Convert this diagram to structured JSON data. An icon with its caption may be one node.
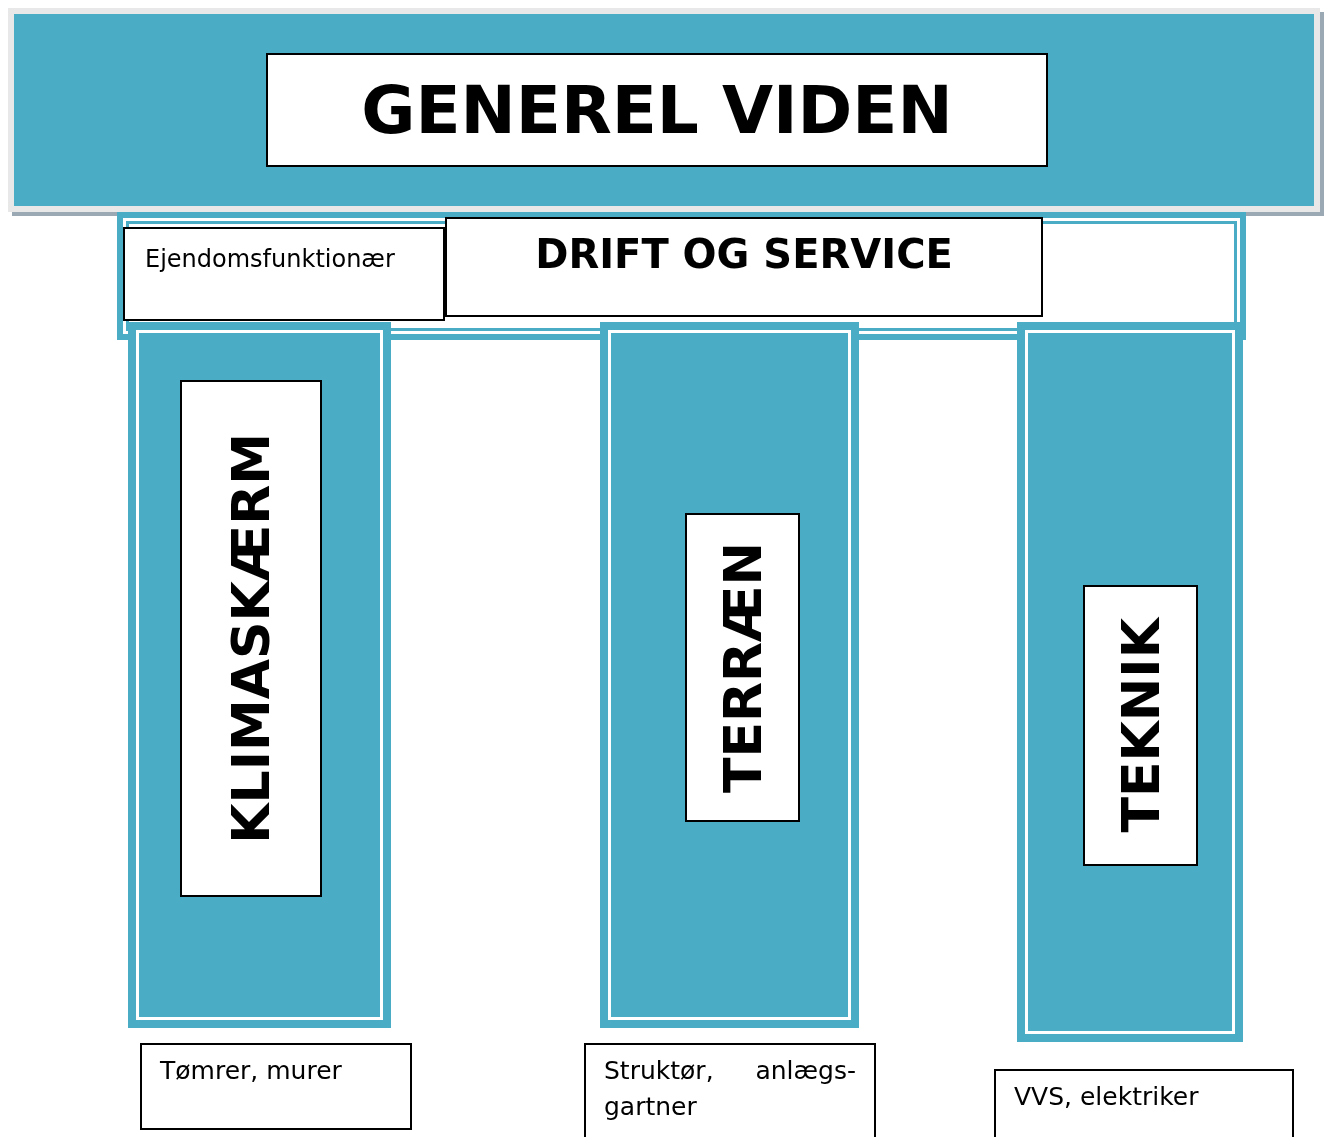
{
  "diagram": {
    "nodes": [
      {
        "text": [],
        "shape": "box"
      },
      {
        "text": [
          "GENEREL VIDEN"
        ],
        "in": 0
      },
      {
        "text": [],
        "shape": "box"
      },
      {
        "text": [
          "Ejendomsfunktionær"
        ],
        "in": 2
      },
      {
        "text": [
          "DRIFT OG SERVICE"
        ],
        "in": 2
      },
      {
        "text": [],
        "shape": "box"
      },
      {
        "text": [
          "KLIMASKÆRM"
        ],
        "in": 5
      },
      {
        "text": [],
        "shape": "box"
      },
      {
        "text": [
          "TERRÆN"
        ],
        "in": 7
      },
      {
        "text": [],
        "shape": "box"
      },
      {
        "text": [
          "TEKNIK"
        ],
        "in": 9
      },
      {
        "text": [
          "Tømrer, murer"
        ]
      },
      {
        "text": [
          "Struktør, anlægs- gartner"
        ]
      },
      {
        "text": [
          "VVS, elektriker"
        ]
      }
    ],
    "edges": []
  }
}
